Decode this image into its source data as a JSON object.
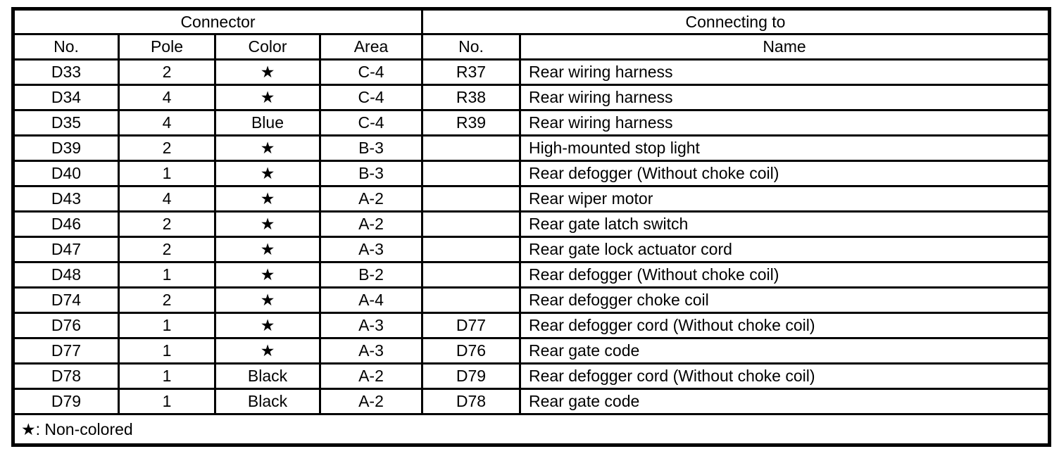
{
  "table": {
    "group_headers": [
      {
        "label": "Connector",
        "colspan": 4
      },
      {
        "label": "Connecting to",
        "colspan": 2
      }
    ],
    "column_headers": [
      "No.",
      "Pole",
      "Color",
      "Area",
      "No.",
      "Name"
    ],
    "rows": [
      [
        "D33",
        "2",
        "★",
        "C-4",
        "R37",
        "Rear wiring harness"
      ],
      [
        "D34",
        "4",
        "★",
        "C-4",
        "R38",
        "Rear wiring harness"
      ],
      [
        "D35",
        "4",
        "Blue",
        "C-4",
        "R39",
        "Rear wiring harness"
      ],
      [
        "D39",
        "2",
        "★",
        "B-3",
        "",
        "High-mounted stop light"
      ],
      [
        "D40",
        "1",
        "★",
        "B-3",
        "",
        "Rear defogger (Without choke coil)"
      ],
      [
        "D43",
        "4",
        "★",
        "A-2",
        "",
        "Rear wiper motor"
      ],
      [
        "D46",
        "2",
        "★",
        "A-2",
        "",
        "Rear gate latch switch"
      ],
      [
        "D47",
        "2",
        "★",
        "A-3",
        "",
        "Rear gate lock actuator cord"
      ],
      [
        "D48",
        "1",
        "★",
        "B-2",
        "",
        "Rear defogger (Without choke coil)"
      ],
      [
        "D74",
        "2",
        "★",
        "A-4",
        "",
        "Rear defogger choke coil"
      ],
      [
        "D76",
        "1",
        "★",
        "A-3",
        "D77",
        "Rear defogger cord (Without choke coil)"
      ],
      [
        "D77",
        "1",
        "★",
        "A-3",
        "D76",
        "Rear gate code"
      ],
      [
        "D78",
        "1",
        "Black",
        "A-2",
        "D79",
        "Rear defogger cord (Without choke coil)"
      ],
      [
        "D79",
        "1",
        "Black",
        "A-2",
        "D78",
        "Rear gate code"
      ]
    ],
    "footnote": "★: Non-colored",
    "star_symbol": "★",
    "border_color": "#000000",
    "background_color": "#ffffff"
  }
}
